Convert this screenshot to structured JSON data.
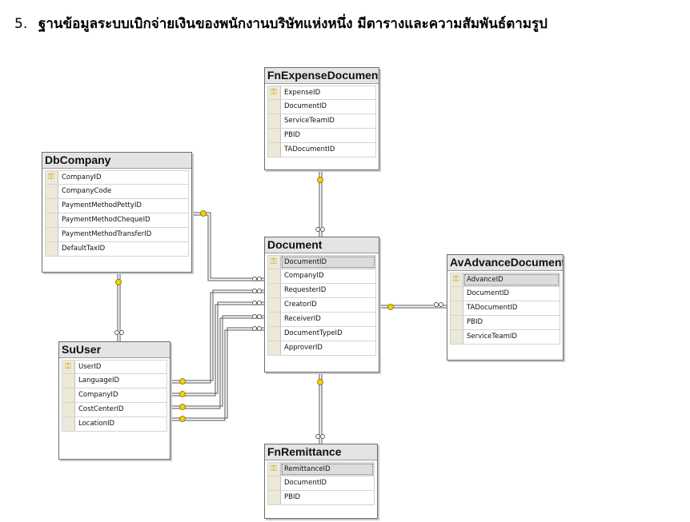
{
  "question": {
    "number": "5.",
    "text": "ฐานข้อมูลระบบเบิกจ่ายเงินของพนักงานบริษัทแห่งหนึ่ง มีตารางและความสัมพันธ์ตามรูป"
  },
  "tables": {
    "fnexpense": {
      "name": "FnExpenseDocument",
      "columns": [
        "ExpenseID",
        "DocumentID",
        "ServiceTeamID",
        "PBID",
        "TADocumentID"
      ]
    },
    "dbcompany": {
      "name": "DbCompany",
      "columns": [
        "CompanyID",
        "CompanyCode",
        "PaymentMethodPettyID",
        "PaymentMethodChequeID",
        "PaymentMethodTransferID",
        "DefaultTaxID"
      ]
    },
    "document": {
      "name": "Document",
      "columns": [
        "DocumentID",
        "CompanyID",
        "RequesterID",
        "CreatorID",
        "ReceiverID",
        "DocumentTypeID",
        "ApproverID"
      ]
    },
    "avadvance": {
      "name": "AvAdvanceDocument",
      "columns": [
        "AdvanceID",
        "DocumentID",
        "TADocumentID",
        "PBID",
        "ServiceTeamID"
      ]
    },
    "suuser": {
      "name": "SuUser",
      "columns": [
        "UserID",
        "LanguageID",
        "CompanyID",
        "CostCenterID",
        "LocationID"
      ]
    },
    "fnremittance": {
      "name": "FnRemittance",
      "columns": [
        "RemittanceID",
        "DocumentID",
        "PBID"
      ]
    }
  },
  "colors": {
    "key": "#c9a000",
    "line": "#555555",
    "title_bg": "#e4e4e4"
  }
}
